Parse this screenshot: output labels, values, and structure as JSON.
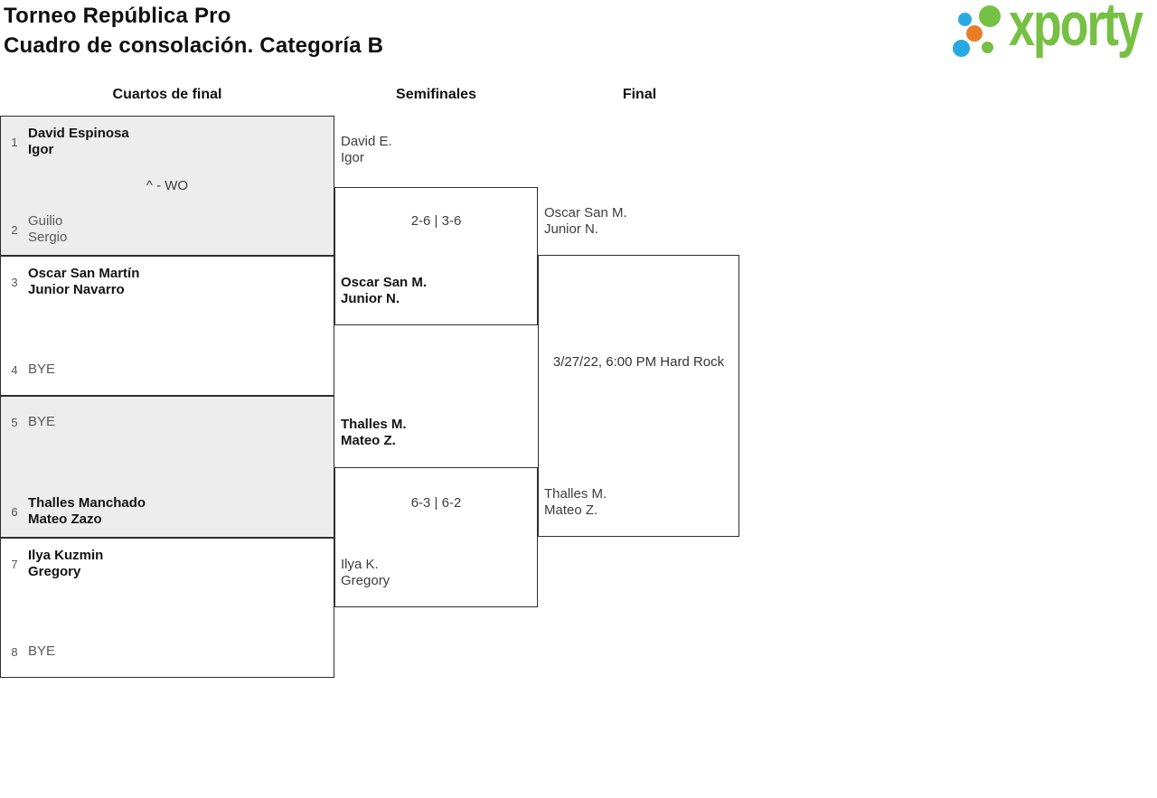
{
  "header": {
    "title_line1": "Torneo República Pro",
    "title_line2": "Cuadro de consolación. Categoría B"
  },
  "logo": {
    "text": "xporty",
    "green_hex": "#76c043",
    "blue_hex": "#29a9e1",
    "orange_hex": "#e87d24"
  },
  "columns": {
    "quarterfinals": "Cuartos de final",
    "semifinals": "Semifinales",
    "final": "Final"
  },
  "quarterfinals": [
    {
      "top": {
        "seed": "1",
        "lines": [
          "David Espinosa",
          "Igor"
        ],
        "winner": true
      },
      "score": "^ - WO",
      "bottom": {
        "seed": "2",
        "lines": [
          "Guilio",
          "Sergio"
        ],
        "winner": false
      }
    },
    {
      "top": {
        "seed": "3",
        "lines": [
          "Oscar San Martín",
          "Junior Navarro"
        ],
        "winner": true
      },
      "score": "",
      "bottom": {
        "seed": "4",
        "lines": [
          "BYE"
        ],
        "winner": false
      }
    },
    {
      "top": {
        "seed": "5",
        "lines": [
          "BYE"
        ],
        "winner": false
      },
      "score": "",
      "bottom": {
        "seed": "6",
        "lines": [
          "Thalles Manchado",
          "Mateo Zazo"
        ],
        "winner": true
      }
    },
    {
      "top": {
        "seed": "7",
        "lines": [
          "Ilya Kuzmin",
          "Gregory"
        ],
        "winner": true
      },
      "score": "",
      "bottom": {
        "seed": "8",
        "lines": [
          "BYE"
        ],
        "winner": false
      }
    }
  ],
  "semifinals": [
    {
      "top": {
        "lines": [
          "David E.",
          "Igor"
        ],
        "winner": false
      },
      "score": "2-6 | 3-6",
      "bottom": {
        "lines": [
          "Oscar San M.",
          "Junior N."
        ],
        "winner": true
      }
    },
    {
      "top": {
        "lines": [
          "Thalles M.",
          "Mateo Z."
        ],
        "winner": true
      },
      "score": "6-3 | 6-2",
      "bottom": {
        "lines": [
          "Ilya K.",
          "Gregory"
        ],
        "winner": false
      }
    }
  ],
  "final": {
    "top": {
      "lines": [
        "Oscar San M.",
        "Junior N."
      ]
    },
    "schedule": "3/27/22, 6:00 PM Hard Rock",
    "bottom": {
      "lines": [
        "Thalles M.",
        "Mateo Z."
      ]
    }
  }
}
